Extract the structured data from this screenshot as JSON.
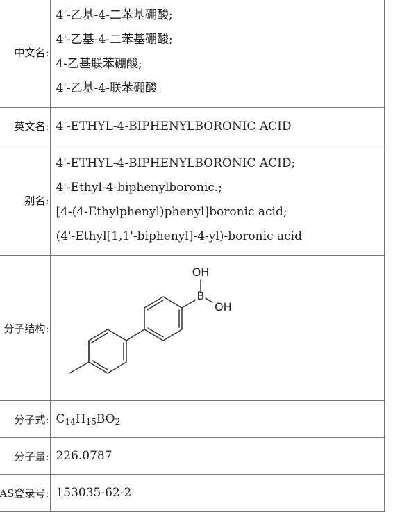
{
  "rows": {
    "chinese_name": {
      "label": "中文名:",
      "values": [
        "4'-乙基-4-二苯基硼酸;",
        "4'-乙基-4-二苯基硼酸;",
        "4-乙基联苯硼酸;",
        "4'-乙基-4-联苯硼酸"
      ]
    },
    "english_name": {
      "label": "英文名:",
      "value": "4'-ETHYL-4-BIPHENYLBORONIC ACID"
    },
    "aliases": {
      "label": "别名:",
      "values": [
        "4'-ETHYL-4-BIPHENYLBORONIC ACID;",
        "4'-Ethyl-4-biphenylboronic.;",
        "[4-(4-Ethylphenyl)phenyl]boronic acid;",
        "(4'-Ethyl[1,1'-biphenyl]-4-yl)-boronic acid"
      ]
    },
    "structure": {
      "label": "分子结构:",
      "atoms": {
        "oh_top": "OH",
        "boron": "B",
        "oh_right": "OH"
      }
    },
    "formula": {
      "label": "分子式:",
      "c": "C",
      "c_n": "14",
      "h": "H",
      "h_n": "15",
      "b": "B",
      "o": "O",
      "o_n": "2"
    },
    "molecular_weight": {
      "label": "分子量:",
      "value": "226.0787"
    },
    "cas": {
      "label": "CAS登录号:",
      "value": "153035-62-2"
    }
  }
}
